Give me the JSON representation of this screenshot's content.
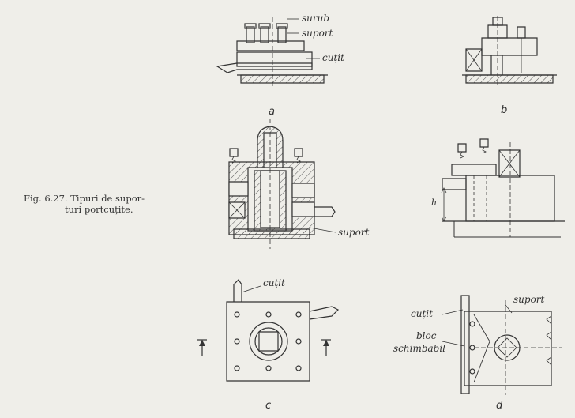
{
  "caption": {
    "fig_number": "Fig. 6.27.",
    "text_line1": "Tipuri de supor-",
    "text_line2": "turi portcuțite."
  },
  "labels": {
    "a_surub": "surub",
    "a_suport": "suport",
    "a_cutit": "cuțit",
    "c_suport": "suport",
    "c_cutit": "cuțit",
    "d_cutit": "cuțit",
    "d_suport": "suport",
    "d_bloc": "bloc",
    "d_schimbabil": "schimbabil",
    "dim_h": "h"
  },
  "sublabels": {
    "a": "a",
    "b": "b",
    "c": "c",
    "d": "d"
  }
}
